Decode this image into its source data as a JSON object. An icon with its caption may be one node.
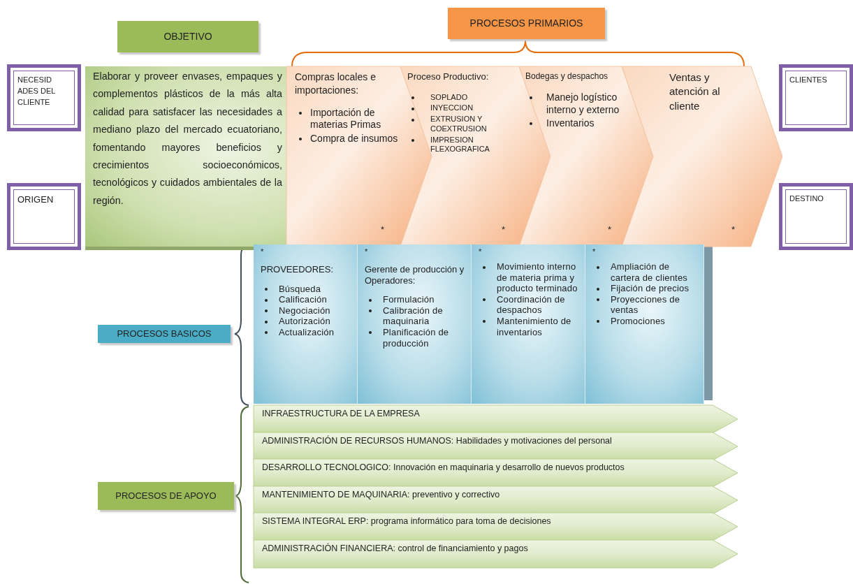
{
  "diagram": {
    "nodes": [
      {
        "text": [
          "OBJETIVO"
        ]
      },
      {
        "text": [
          "PROCESOS PRIMARIOS"
        ]
      },
      {
        "text": [
          "NECESID ADES DEL CLIENTE"
        ]
      },
      {
        "text": [
          "ORIGEN"
        ]
      },
      {
        "text": [
          "Elaborar y proveer envases, empaques y complementos plásticos de la más alta calidad para satisfacer las necesidades a mediano plazo del mercado ecuatoriano, fomentando mayores beneficios y crecimientos socioeconómicos, tecnológicos y cuidados ambientales de la región."
        ]
      },
      {
        "text": [
          "Compras locales e importaciones:",
          "Importación de materias Primas",
          "Compra de insumos",
          "*"
        ]
      },
      {
        "text": [
          "Proceso Productivo:",
          "SOPLADO",
          "INYECCION",
          "EXTRUSION Y COEXTRUSION",
          "IMPRESION FLEXOGRAFICA",
          "*"
        ]
      },
      {
        "text": [
          "Bodegas y despachos",
          "Manejo logístico interno y externo",
          "Inventarios",
          "*"
        ]
      },
      {
        "text": [
          "Ventas y atención al cliente",
          "*"
        ]
      },
      {
        "text": [
          "CLIENTES"
        ]
      },
      {
        "text": [
          "DESTINO"
        ]
      },
      {
        "text": [
          "PROCESOS BASICOS"
        ]
      },
      {
        "text": [
          "*",
          "PROVEEDORES:",
          "Búsqueda",
          "Calificación",
          "Negociación",
          "Autorización",
          "Actualización"
        ]
      },
      {
        "text": [
          "*",
          "Gerente de producción y Operadores:",
          "Formulación",
          "Calibración de maquinaria",
          "Planificación de producción"
        ]
      },
      {
        "text": [
          "*",
          "Movimiento interno de materia prima y producto terminado",
          "Coordinación de despachos",
          "Mantenimiento de inventarios"
        ]
      },
      {
        "text": [
          "*",
          "Ampliación de cartera de clientes",
          "Fijación de precios",
          "Proyecciones de ventas",
          "Promociones"
        ]
      },
      {
        "text": [
          "PROCESOS DE APOYO"
        ]
      },
      {
        "text": [
          "INFRAESTRUCTURA DE LA EMPRESA"
        ]
      },
      {
        "text": [
          "ADMINISTRACIÓN DE RECURSOS HUMANOS: Habilidades y motivaciones del personal"
        ]
      },
      {
        "text": [
          "DESARROLLO TECNOLOGICO: Innovación en maquinaria y desarrollo de nuevos productos"
        ]
      },
      {
        "text": [
          "MANTENIMIENTO DE MAQUINARIA: preventivo y correctivo"
        ]
      },
      {
        "text": [
          "SISTEMA INTEGRAL ERP: programa informático para toma de decisiones"
        ]
      },
      {
        "text": [
          "ADMINISTRACIÓN FINANCIERA: control de financiamiento y pagos"
        ]
      }
    ]
  }
}
